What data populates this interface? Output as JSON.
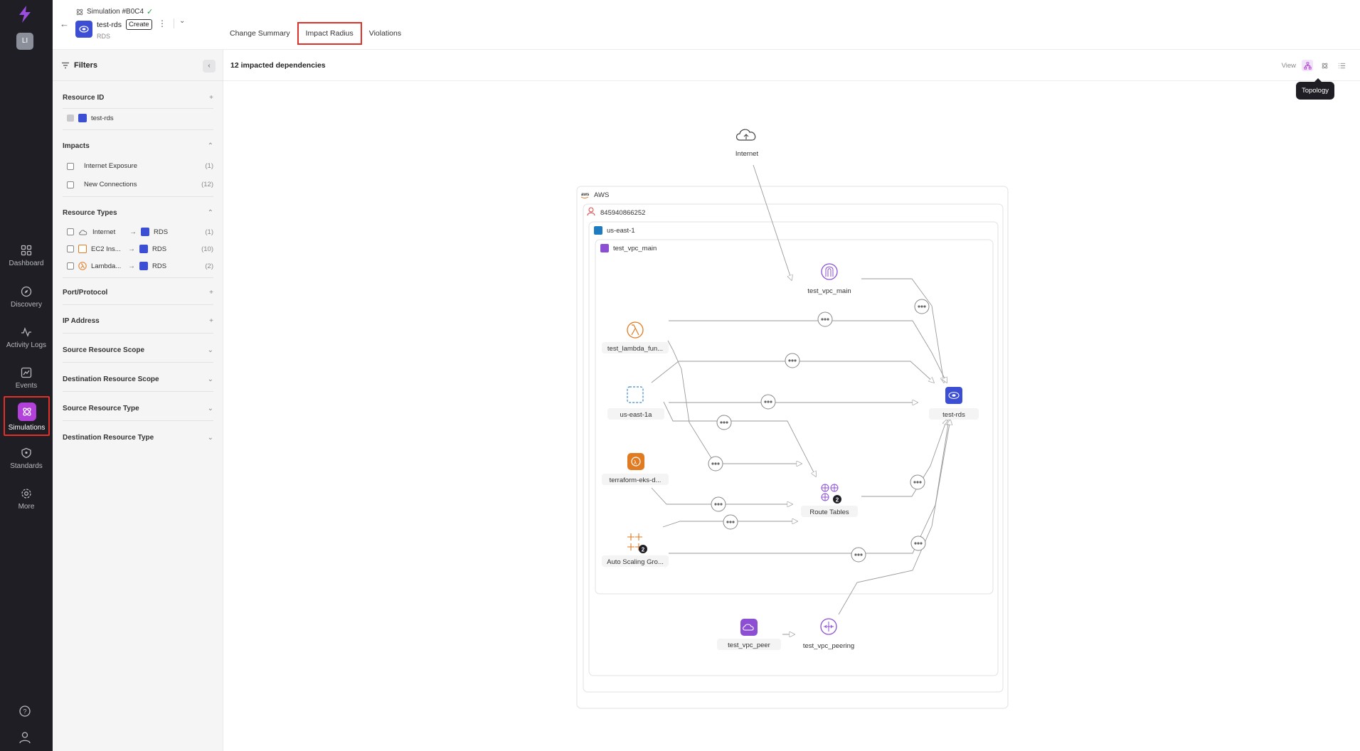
{
  "sidebar": {
    "avatar": "LI",
    "items": [
      {
        "label": "Dashboard",
        "icon": "grid-icon"
      },
      {
        "label": "Discovery",
        "icon": "compass-icon"
      },
      {
        "label": "Activity Logs",
        "icon": "activity-icon"
      },
      {
        "label": "Events",
        "icon": "chart-icon"
      },
      {
        "label": "Simulations",
        "icon": "simulation-icon"
      },
      {
        "label": "Standards",
        "icon": "shield-icon"
      },
      {
        "label": "More",
        "icon": "gear-icon"
      }
    ],
    "active": "Simulations"
  },
  "header": {
    "simulation_title": "Simulation #B0C4",
    "resource_name": "test-rds",
    "action_badge": "Create",
    "resource_type": "RDS",
    "tabs": [
      "Change Summary",
      "Impact Radius",
      "Violations"
    ],
    "active_tab": "Impact Radius"
  },
  "filters": {
    "title": "Filters",
    "sections": {
      "resource_id": {
        "title": "Resource ID",
        "value": "test-rds"
      },
      "impacts": {
        "title": "Impacts",
        "items": [
          {
            "label": "Internet Exposure",
            "count": "(1)"
          },
          {
            "label": "New Connections",
            "count": "(12)"
          }
        ]
      },
      "resource_types": {
        "title": "Resource Types",
        "items": [
          {
            "from": "Internet",
            "to": "RDS",
            "count": "(1)"
          },
          {
            "from": "EC2 Ins...",
            "to": "RDS",
            "count": "(10)"
          },
          {
            "from": "Lambda...",
            "to": "RDS",
            "count": "(2)"
          }
        ]
      },
      "port_protocol": {
        "title": "Port/Protocol"
      },
      "ip_address": {
        "title": "IP Address"
      },
      "source_scope": {
        "title": "Source Resource Scope"
      },
      "dest_scope": {
        "title": "Destination Resource Scope"
      },
      "source_type": {
        "title": "Source Resource Type"
      },
      "dest_type": {
        "title": "Destination Resource Type"
      }
    }
  },
  "main": {
    "summary": "12 impacted dependencies",
    "view_label": "View",
    "tooltip": "Topology"
  },
  "topology": {
    "containers": {
      "cloud": "AWS",
      "account": "845940866252",
      "region": "us-east-1",
      "vpc": "test_vpc_main"
    },
    "nodes": {
      "internet": "Internet",
      "vpc_main": "test_vpc_main",
      "lambda": "test_lambda_fun...",
      "az": "us-east-1a",
      "eks": "terraform-eks-d...",
      "asg": "Auto Scaling Gro...",
      "asg_count": "2",
      "route_tables": "Route Tables",
      "route_tables_count": "2",
      "rds": "test-rds",
      "vpc_peer": "test_vpc_peer",
      "vpc_peering": "test_vpc_peering"
    }
  },
  "colors": {
    "rail_bg": "#1e1e24",
    "accent_purple": "#b141d8",
    "highlight_red": "#e0302a",
    "rds_blue": "#3c4fd4",
    "lambda_orange": "#e07b22"
  }
}
